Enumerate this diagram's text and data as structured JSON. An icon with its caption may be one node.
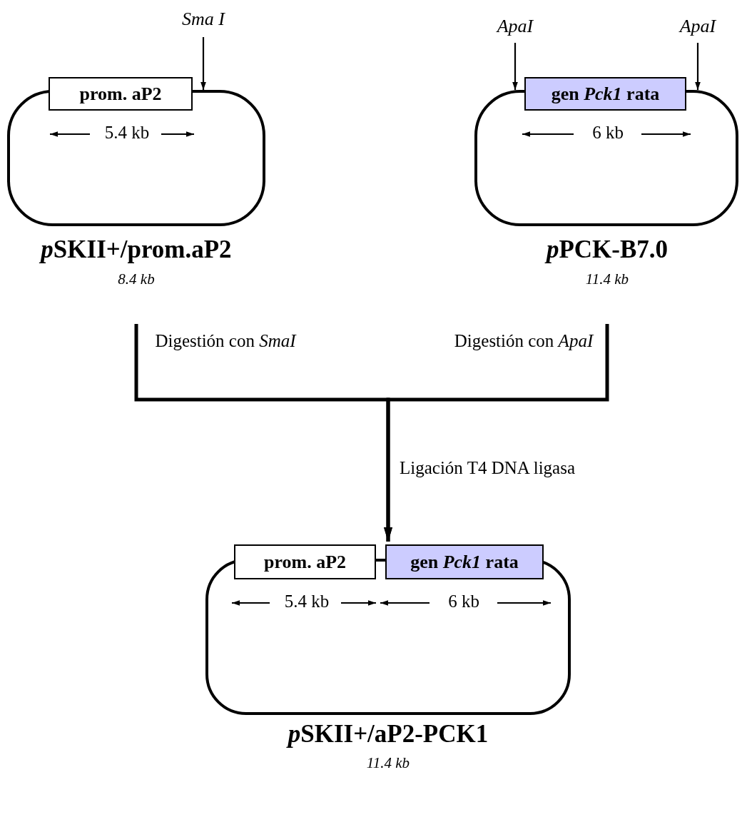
{
  "diagram": {
    "nodes": [
      {
        "text": [
          "pSKII+/prom.aP2"
        ],
        "beside": [
          "8.4 kb"
        ]
      },
      {
        "text": [
          "prom. aP2"
        ]
      },
      {
        "text": [
          "Sma I"
        ]
      },
      {
        "text": [
          "pPCK-B7.0"
        ],
        "beside": [
          "11.4 kb"
        ]
      },
      {
        "text": [
          "gen *Pck1* rata"
        ]
      },
      {
        "text": [
          "ApaI"
        ]
      },
      {
        "text": [
          "ApaI"
        ]
      },
      {
        "text": [
          "pSKII+/aP2-PCK1"
        ],
        "beside": [
          "11.4 kb"
        ]
      },
      {
        "text": [
          "prom. aP2"
        ]
      },
      {
        "text": [
          "gen *Pck1* rata"
        ]
      }
    ],
    "edges": [
      {
        "from": 2,
        "to": 0,
        "arrow": "to"
      },
      {
        "from": 5,
        "to": 3,
        "arrow": "to"
      },
      {
        "from": 6,
        "to": 3,
        "arrow": "to"
      },
      {
        "from": 0,
        "to": 7,
        "arrow": "to",
        "label": "Digestión con *SmaI*",
        "style": "thick"
      },
      {
        "from": 3,
        "to": 7,
        "arrow": "to",
        "label": "Digestión con *ApaI*",
        "style": "thick"
      }
    ],
    "labels": [
      "5.4 kb",
      "6 kb",
      "5.4 kb",
      "6 kb",
      "Ligación T4 DNA ligasa"
    ]
  }
}
